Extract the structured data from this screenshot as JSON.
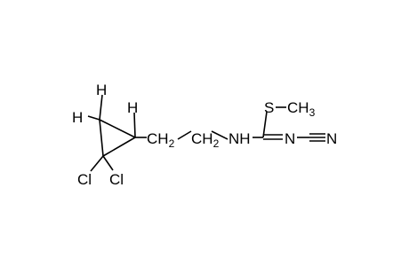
{
  "molecule": {
    "atoms": {
      "h_top": "H",
      "h_left": "H",
      "h_right": "H",
      "cl_left": "Cl",
      "cl_right": "Cl",
      "ch2_a_main": "CH",
      "ch2_a_sub": "2",
      "ch2_b_main": "CH",
      "ch2_b_sub": "2",
      "nh": "NH",
      "s": "S",
      "ch3_main": "CH",
      "ch3_sub": "3",
      "n_imine": "N",
      "n_nitrile": "N"
    },
    "colors": {
      "ink": "#000000",
      "background": "#ffffff"
    }
  }
}
